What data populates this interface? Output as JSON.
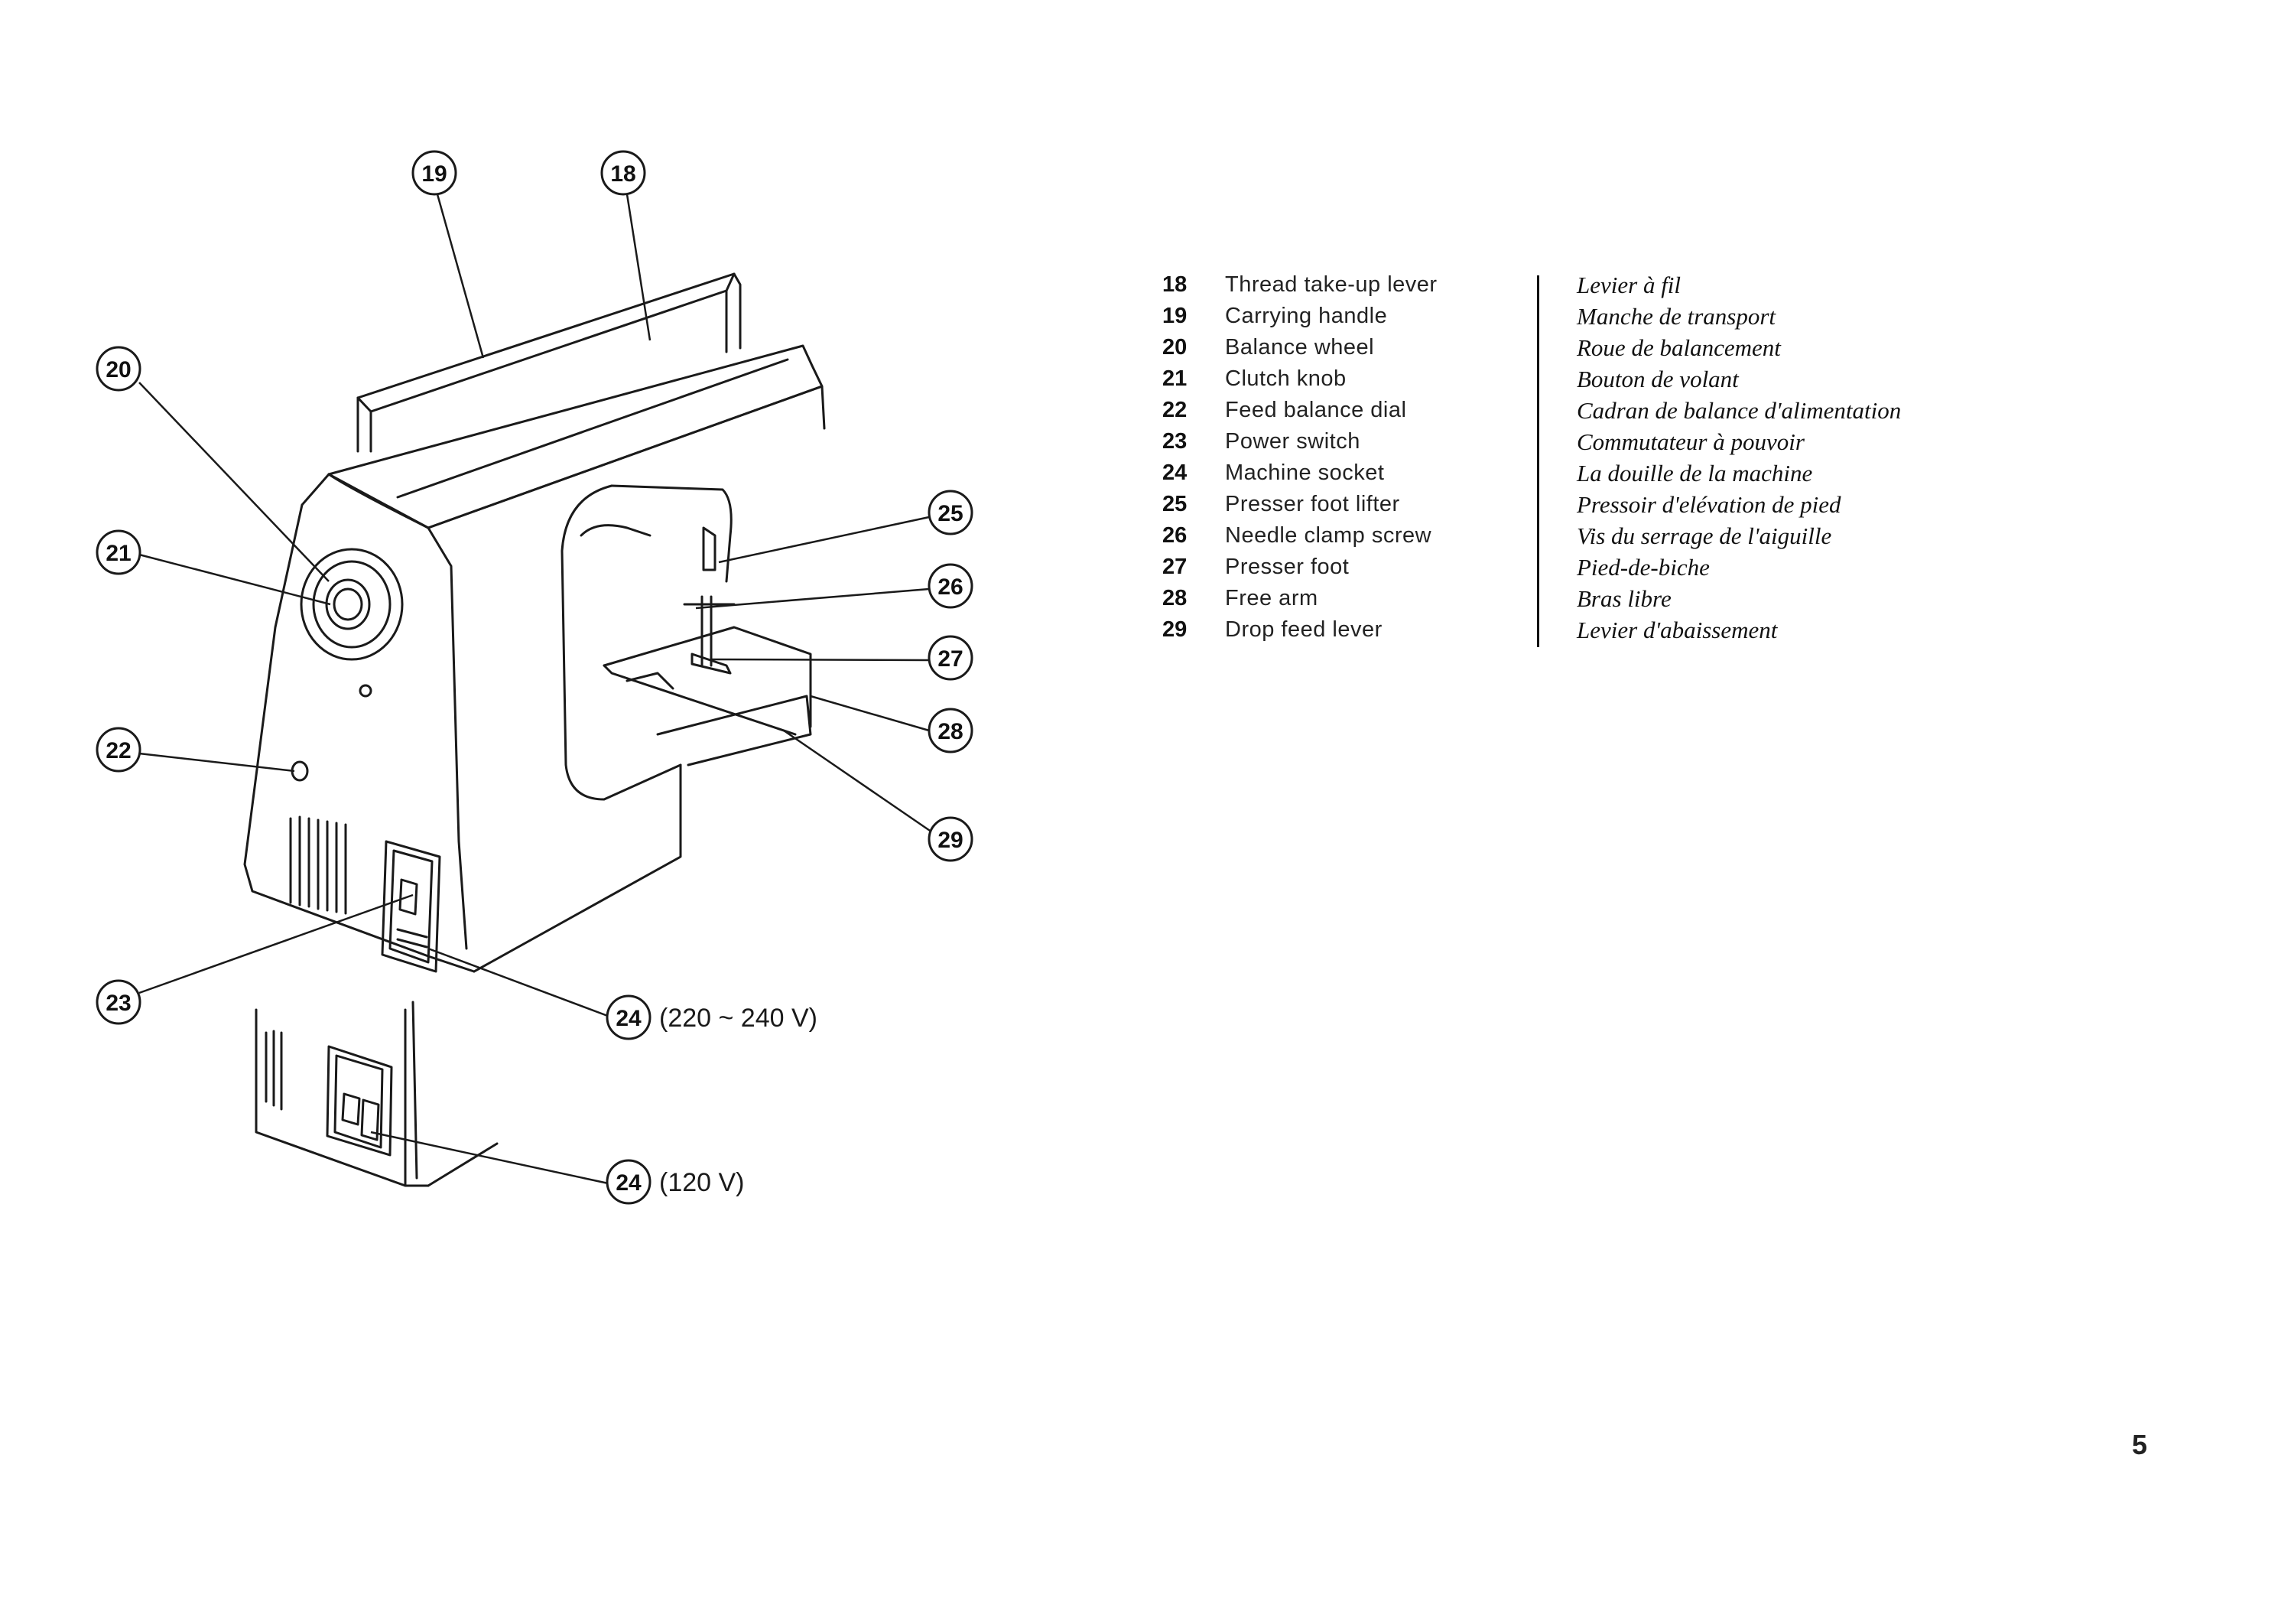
{
  "figure": {
    "callouts": [
      "19",
      "18",
      "20",
      "21",
      "25",
      "26",
      "27",
      "28",
      "29",
      "22",
      "23",
      "24",
      "24"
    ],
    "voltage_labels": [
      "(220 ~ 240 V)",
      "(120 V)"
    ]
  },
  "legend": {
    "items": [
      {
        "number": "18",
        "english": "Thread take-up lever",
        "french": "Levier à fil"
      },
      {
        "number": "19",
        "english": "Carrying handle",
        "french": "Manche de transport"
      },
      {
        "number": "20",
        "english": "Balance wheel",
        "french": "Roue de balancement"
      },
      {
        "number": "21",
        "english": "Clutch knob",
        "french": "Bouton de volant"
      },
      {
        "number": "22",
        "english": "Feed balance dial",
        "french": "Cadran de balance d'alimentation"
      },
      {
        "number": "23",
        "english": "Power switch",
        "french": "Commutateur à pouvoir"
      },
      {
        "number": "24",
        "english": "Machine socket",
        "french": "La douille de la machine"
      },
      {
        "number": "25",
        "english": "Presser foot lifter",
        "french": "Pressoir d'elévation de pied"
      },
      {
        "number": "26",
        "english": "Needle clamp screw",
        "french": "Vis du serrage de l'aiguille"
      },
      {
        "number": "27",
        "english": "Presser foot",
        "french": "Pied-de-biche"
      },
      {
        "number": "28",
        "english": "Free arm",
        "french": "Bras libre"
      },
      {
        "number": "29",
        "english": "Drop feed lever",
        "french": "Levier d'abaissement"
      }
    ]
  },
  "page_number": "5"
}
